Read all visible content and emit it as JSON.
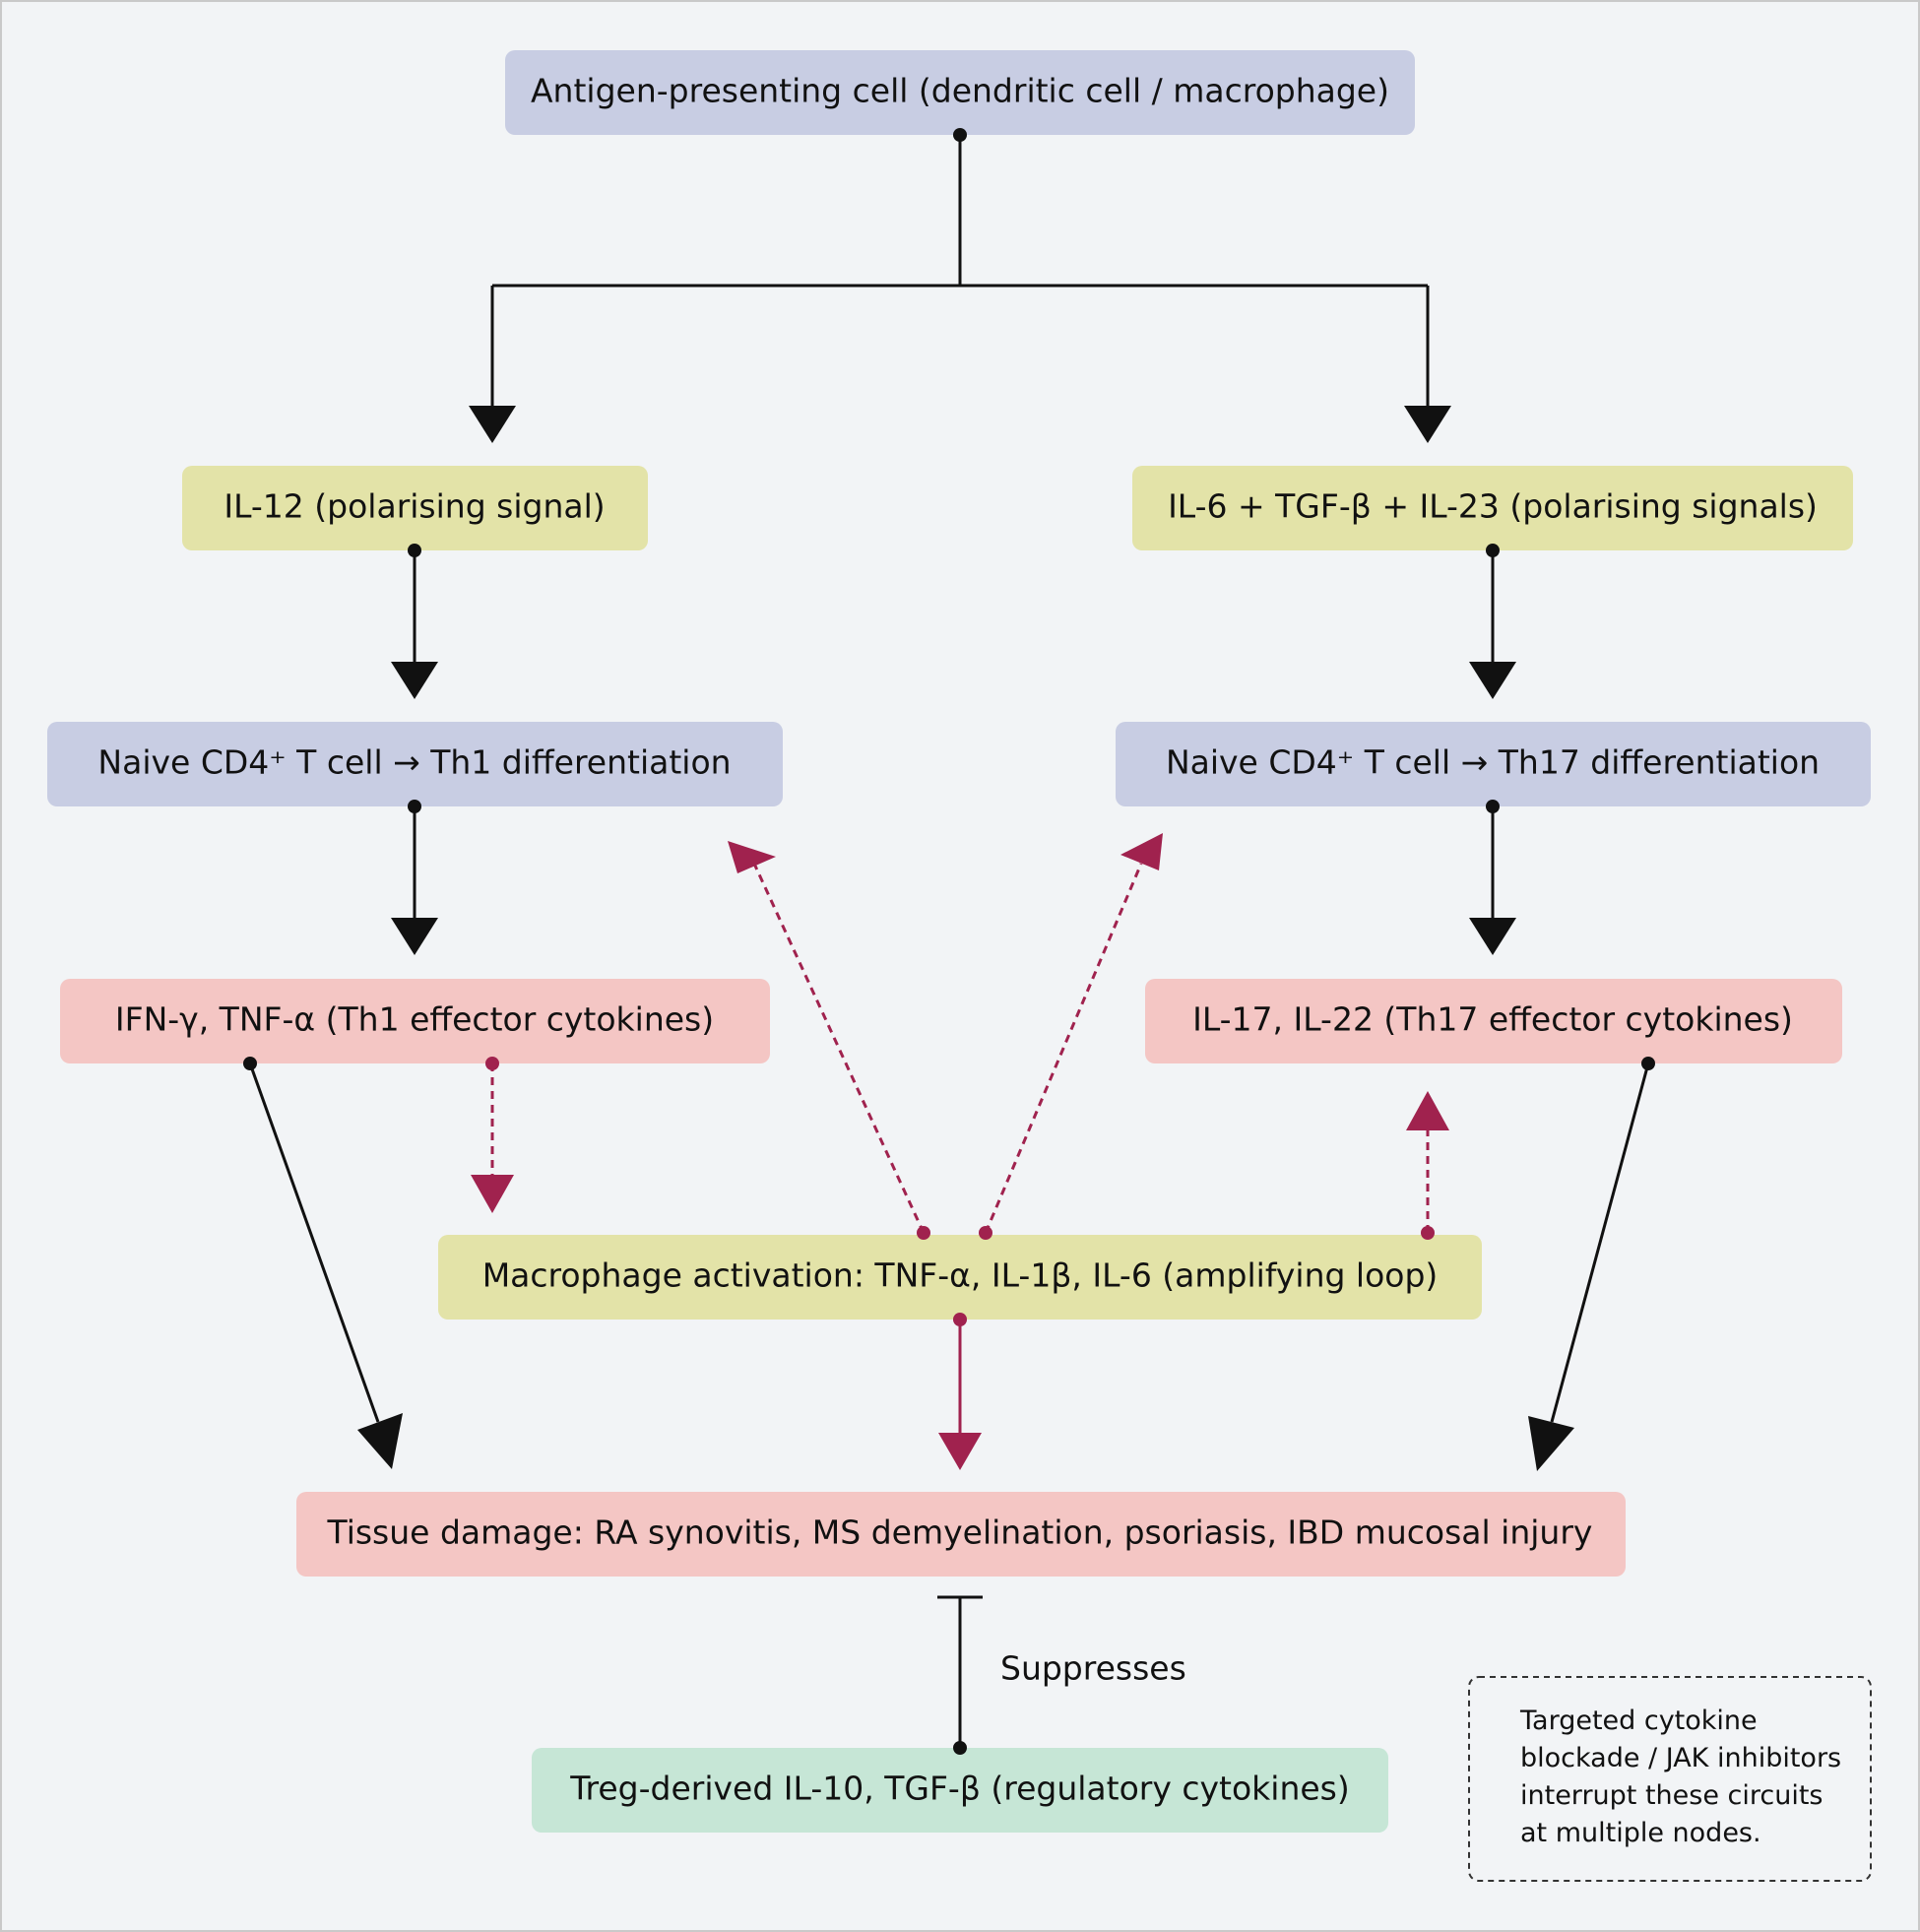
{
  "colors": {
    "background": "#f2f4f6",
    "cell_fill": "#c8cde3",
    "signal_fill": "#e3e3a8",
    "effector_fill": "#f4c6c4",
    "regulatory_fill": "#c6e6d6",
    "activation_edge": "#111111",
    "amplifying_edge": "#a0224e"
  },
  "nodes": {
    "apc": "Antigen-presenting cell (dendritic cell / macrophage)",
    "il12": "IL-12 (polarising signal)",
    "il6_tgfb_il23": "IL-6 + TGF-β + IL-23 (polarising signals)",
    "th1_diff": "Naive CD4⁺ T cell → Th1 differentiation",
    "th17_diff": "Naive CD4⁺ T cell → Th17 differentiation",
    "th1_cytokines": "IFN-γ, TNF-α (Th1 effector cytokines)",
    "th17_cytokines": "IL-17, IL-22 (Th17 effector cytokines)",
    "macrophage": "Macrophage activation: TNF-α, IL-1β, IL-6 (amplifying loop)",
    "tissue_damage": "Tissue damage: RA synovitis, MS demyelination, psoriasis, IBD mucosal injury",
    "treg": "Treg-derived IL-10, TGF-β (regulatory cytokines)"
  },
  "edge_labels": {
    "suppresses": "Suppresses"
  },
  "note": {
    "lines": [
      "Targeted cytokine",
      "blockade / JAK inhibitors",
      "interrupt these circuits",
      "at multiple nodes."
    ]
  }
}
